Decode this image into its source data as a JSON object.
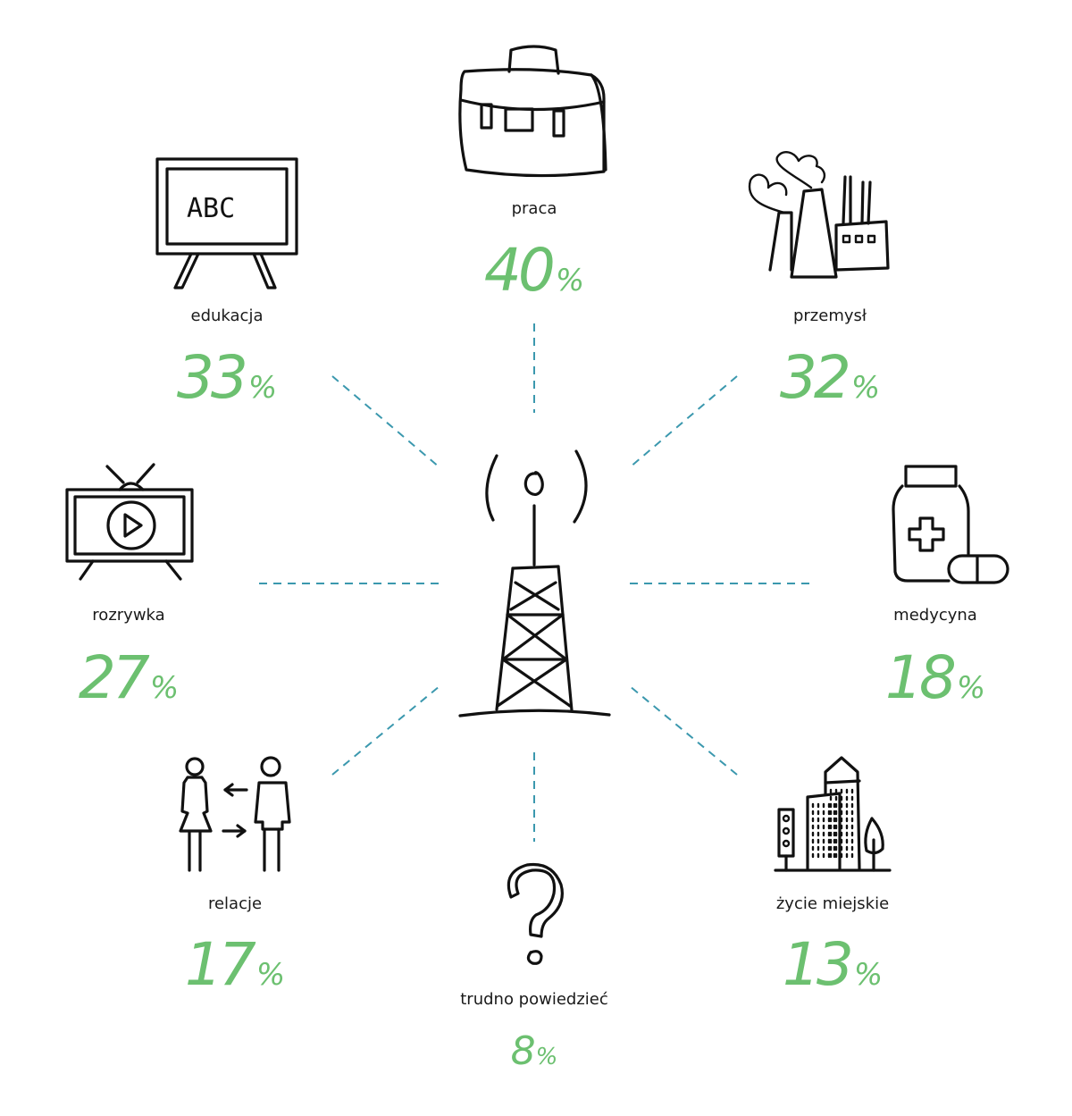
{
  "colors": {
    "accent": "#6cc070",
    "dashes": "#3b98ae",
    "ink": "#111111"
  },
  "categories": [
    {
      "id": "praca",
      "label": "praca",
      "value": 40,
      "percent_sign": "%",
      "icon": "briefcase-icon"
    },
    {
      "id": "edukacja",
      "label": "edukacja",
      "value": 33,
      "percent_sign": "%",
      "icon": "blackboard-icon",
      "board_text": "ABC"
    },
    {
      "id": "przemysl",
      "label": "przemysł",
      "value": 32,
      "percent_sign": "%",
      "icon": "factory-icon"
    },
    {
      "id": "rozrywka",
      "label": "rozrywka",
      "value": 27,
      "percent_sign": "%",
      "icon": "tv-icon"
    },
    {
      "id": "medycyna",
      "label": "medycyna",
      "value": 18,
      "percent_sign": "%",
      "icon": "medicine-jar-icon"
    },
    {
      "id": "relacje",
      "label": "relacje",
      "value": 17,
      "percent_sign": "%",
      "icon": "people-icon"
    },
    {
      "id": "zycie",
      "label": "życie miejskie",
      "value": 13,
      "percent_sign": "%",
      "icon": "city-icon"
    },
    {
      "id": "trudno",
      "label": "trudno powiedzieć",
      "value": 8,
      "percent_sign": "%",
      "icon": "question-mark-icon"
    }
  ],
  "center": {
    "icon": "radio-tower-icon"
  }
}
